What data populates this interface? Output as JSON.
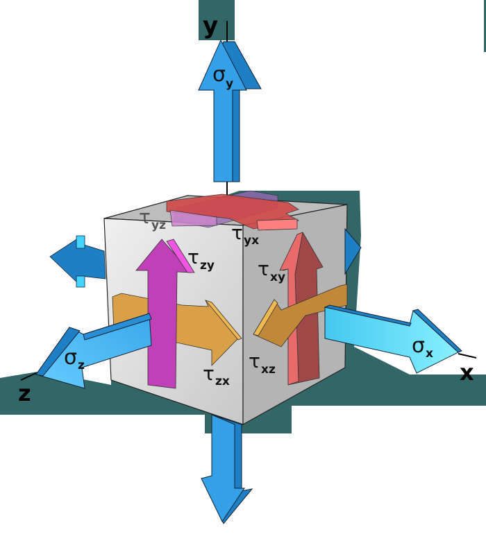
{
  "diagram": {
    "subject": "Stress element cube with normal and shear stress components",
    "axes": [
      {
        "id": "x",
        "label": "x"
      },
      {
        "id": "y",
        "label": "y"
      },
      {
        "id": "z",
        "label": "z"
      }
    ],
    "normal_stresses": [
      {
        "id": "sigma_x",
        "symbol": "σ",
        "subscript": "x"
      },
      {
        "id": "sigma_y",
        "symbol": "σ",
        "subscript": "y"
      },
      {
        "id": "sigma_z",
        "symbol": "σ",
        "subscript": "z"
      }
    ],
    "shear_stresses": [
      {
        "id": "tau_yz",
        "symbol": "τ",
        "subscript": "yz"
      },
      {
        "id": "tau_yx",
        "symbol": "τ",
        "subscript": "yx"
      },
      {
        "id": "tau_zy",
        "symbol": "τ",
        "subscript": "zy"
      },
      {
        "id": "tau_xy",
        "symbol": "τ",
        "subscript": "xy"
      },
      {
        "id": "tau_zx",
        "symbol": "τ",
        "subscript": "zx"
      },
      {
        "id": "tau_xz",
        "symbol": "τ",
        "subscript": "xz"
      }
    ],
    "colors": {
      "background": "#ffffff",
      "backdrop": "#336666",
      "normal_arrow": "#33a0e8",
      "normal_arrow_side": "#1f7fc4",
      "normal_arrow_light": "#66ddff",
      "cube_front": "#e2e2e2",
      "cube_right": "#b4b4b4",
      "cube_top": "#bdbdbd",
      "tau_z_face_vertical": "#c040b8",
      "tau_x_face_vertical": "#e86a6a",
      "tau_horizontal": "#d9a048",
      "tau_top_red": "#e05a5a",
      "tau_top_purple": "#b48cd0"
    }
  }
}
